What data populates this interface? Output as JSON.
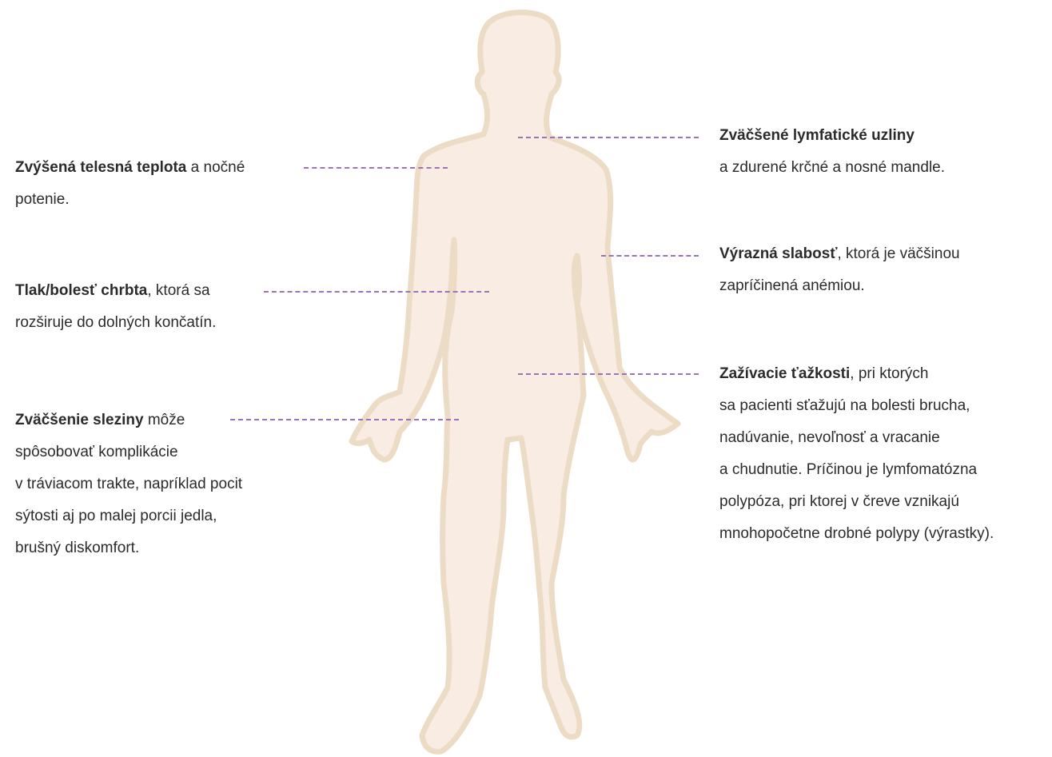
{
  "labels": {
    "left_fever": {
      "bold": "Zvýšená telesná teplota",
      "rest": "a nočné",
      "line2": "potenie."
    },
    "left_back": {
      "bold": "Tlak/bolesť chrbta",
      "rest": ", ktorá sa",
      "line2": "rozširuje do dolných končatín."
    },
    "left_spleen": {
      "bold": "Zväčšenie sleziny",
      "rest": "môže",
      "lines": [
        "spôsobovať komplikácie",
        "v tráviacom trakte, napríklad pocit",
        "sýtosti aj po malej porcii jedla,",
        "brušný diskomfort."
      ]
    },
    "right_lymph": {
      "bold": "Zväčšené lymfatické uzliny",
      "line2": "a zdurené krčné a nosné mandle."
    },
    "right_weak": {
      "bold": "Výrazná slabosť",
      "rest": ", ktorá je väčšinou",
      "line2": "zapríčinená anémiou."
    },
    "right_digest": {
      "bold": "Zažívacie ťažkosti",
      "rest": ", pri ktorých",
      "lines": [
        "sa pacienti sťažujú na bolesti brucha,",
        "nadúvanie, nevoľnosť a vracanie",
        "a chudnutie. Príčinou je lymfomatózna",
        "polypóza, pri ktorej v čreve vznikajú",
        "mnohopočetne drobné polypy (výrastky)."
      ]
    }
  },
  "colors": {
    "body_fill": "#f9ece2",
    "body_outline": "#ecdcc6",
    "leader_line": "#9a73b8",
    "text": "#2b2b2b"
  }
}
